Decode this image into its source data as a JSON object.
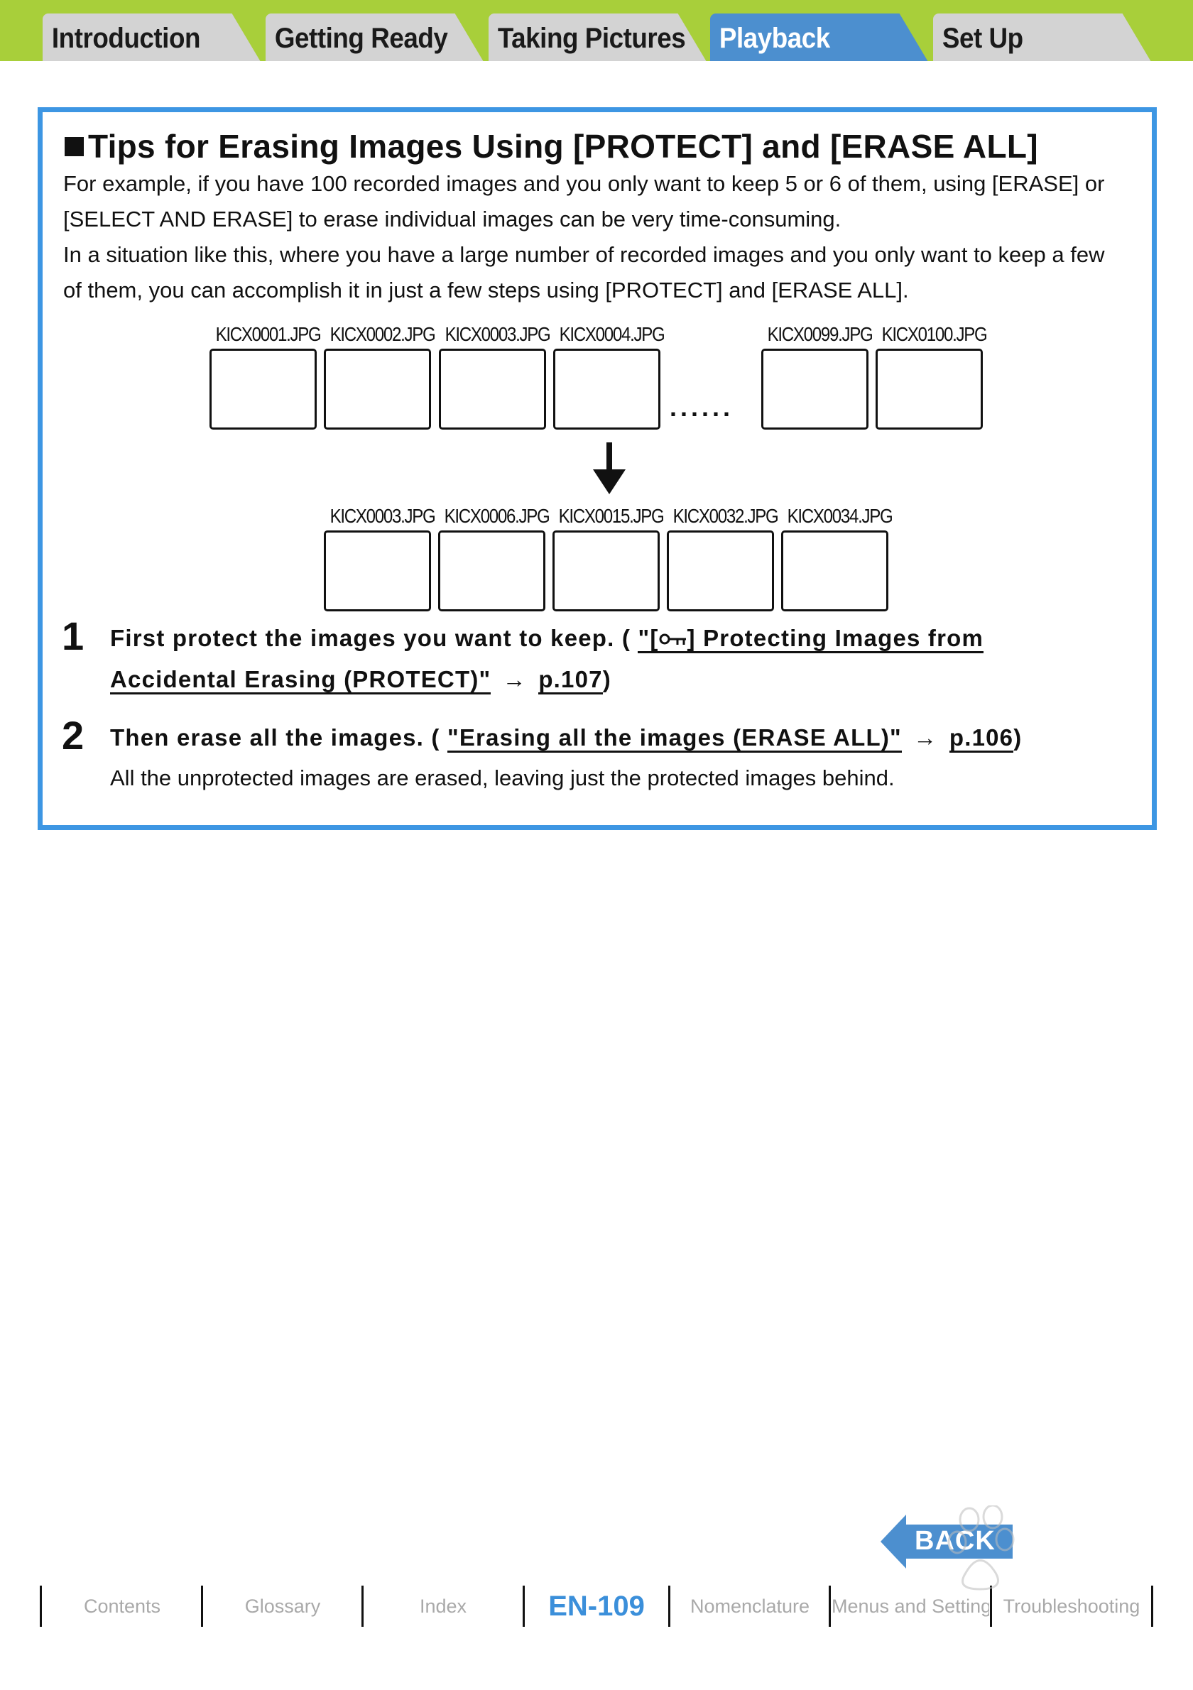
{
  "tabs": [
    {
      "label": "Introduction",
      "active": false
    },
    {
      "label": "Getting Ready",
      "active": false
    },
    {
      "label": "Taking Pictures",
      "active": false
    },
    {
      "label": "Playback",
      "active": true
    },
    {
      "label": "Set Up",
      "active": false
    }
  ],
  "colors": {
    "tab_bar": "#a8cf3a",
    "active_tab": "#4c8fcf",
    "inactive_tab": "#d3d3d3",
    "box_border": "#3d96e3",
    "page_number": "#3b8fda"
  },
  "section": {
    "title": "Tips for Erasing Images Using [PROTECT] and [ERASE ALL]",
    "paragraph_lines": [
      "For example, if you have 100 recorded images and you only want to keep 5 or 6 of them, using [ERASE] or",
      "[SELECT AND ERASE] to erase individual images can be very time-consuming.",
      "In a situation like this, where you have a large number of recorded images and you only want to keep a few",
      "of them, you can accomplish it in just a few steps using [PROTECT] and [ERASE ALL]."
    ]
  },
  "diagram": {
    "before_files": [
      "KICX0001.JPG",
      "KICX0002.JPG",
      "KICX0003.JPG",
      "KICX0004.JPG",
      "KICX0099.JPG",
      "KICX0100.JPG"
    ],
    "ellipsis": "......",
    "after_files": [
      "KICX0003.JPG",
      "KICX0006.JPG",
      "KICX0015.JPG",
      "KICX0032.JPG",
      "KICX0034.JPG"
    ],
    "arrow_icon": "arrow-down-icon"
  },
  "steps": [
    {
      "number": "1",
      "text": "First protect the images you want to keep. (",
      "link_prefix": "\"[",
      "link_icon": "key-icon",
      "link_suffix": "] Protecting Images from",
      "link_line2": "Accidental Erasing (PROTECT)\"",
      "arrow": "→",
      "page_ref": "p.107",
      "close": ")"
    },
    {
      "number": "2",
      "text": "Then erase all the images. (",
      "link": "\"Erasing all the images (ERASE ALL)\"",
      "arrow": "→",
      "page_ref": "p.106",
      "close": ")",
      "note": "All the unprotected images are erased, leaving just the protected images behind."
    }
  ],
  "footer": {
    "back_label": "BACK",
    "nav": [
      "Contents",
      "Glossary",
      "Index",
      "EN-109",
      "Nomenclature",
      "Menus and Settings",
      "Troubleshooting"
    ]
  }
}
